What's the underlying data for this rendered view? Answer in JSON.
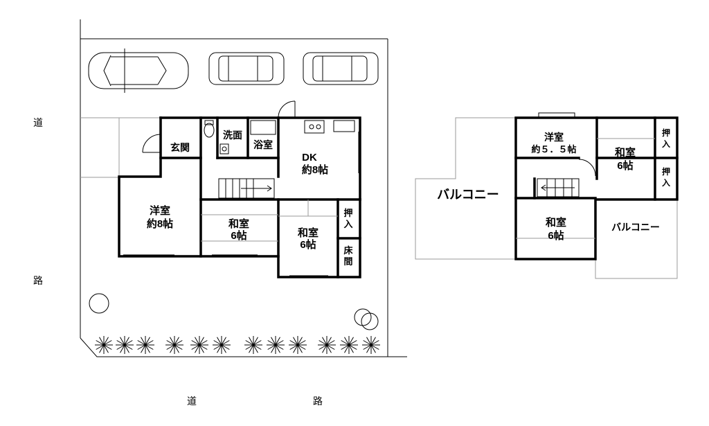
{
  "site": {
    "road_left_top": "道",
    "road_left_bottom": "路",
    "road_bottom_left": "道",
    "road_bottom_right": "路"
  },
  "floor1": {
    "genkan": "玄関",
    "senmen": "洗面",
    "yokushitsu": "浴室",
    "dk_name": "DK",
    "dk_size": "約8帖",
    "yoshitsu_name": "洋室",
    "yoshitsu_size": "約8帖",
    "washitsu1_name": "和室",
    "washitsu1_size": "6帖",
    "washitsu2_name": "和室",
    "washitsu2_size": "6帖",
    "oshiire_1": "押",
    "oshiire_2": "入",
    "tokonoma_1": "床",
    "tokonoma_2": "間"
  },
  "floor2": {
    "yoshitsu_name": "洋室",
    "yoshitsu_size": "約５．５帖",
    "washitsu_a_name": "和室",
    "washitsu_a_size": "6帖",
    "washitsu_b_name": "和室",
    "washitsu_b_size": "6帖",
    "oshiire_a_1": "押",
    "oshiire_a_2": "入",
    "oshiire_b_1": "押",
    "oshiire_b_2": "入",
    "balcony_left": "バルコニー",
    "balcony_right": "バルコニー"
  }
}
